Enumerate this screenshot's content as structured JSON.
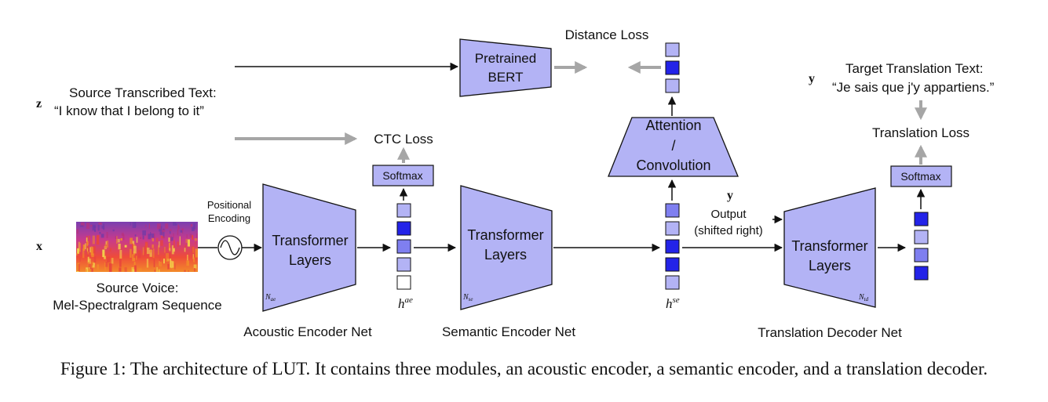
{
  "labels": {
    "z": "z",
    "x": "x",
    "y_top": "y",
    "y_mid": "y",
    "source_text_title": "Source Transcribed Text:",
    "source_text_quote": "“I know that I belong to it”",
    "target_text_title": "Target Translation Text:",
    "target_text_quote": "“Je sais que j'y appartiens.”",
    "positional_1": "Positional",
    "positional_2": "Encoding",
    "source_voice_1": "Source Voice:",
    "source_voice_2": "Mel-Spectralgram Sequence",
    "ctc_loss": "CTC Loss",
    "distance_loss": "Distance Loss",
    "translation_loss": "Translation Loss",
    "softmax_left": "Softmax",
    "softmax_right": "Softmax",
    "bert_1": "Pretrained",
    "bert_2": "BERT",
    "attn_1": "Attention",
    "attn_2": "/",
    "attn_3": "Convolution",
    "output_1": "Output",
    "output_2": "(shifted right)",
    "transformer_1": "Transformer",
    "transformer_2": "Layers",
    "n_ae": "N",
    "n_ae_sub": "ae",
    "n_se": "N",
    "n_se_sub": "se",
    "n_td": "N",
    "n_td_sub": "td",
    "h_ae": "h",
    "h_ae_sup": "ae",
    "h_se": "h",
    "h_se_sup": "se",
    "acoustic_net": "Acoustic Encoder Net",
    "semantic_net": "Semantic Encoder Net",
    "translation_net": "Translation Decoder Net"
  },
  "caption": "Figure 1: The architecture of LUT. It contains three modules, an acoustic encoder, a semantic encoder, and a translation decoder.",
  "colors": {
    "block_fill": "#b3b3f5",
    "cell_light": "#b3b3f5",
    "cell_mid": "#7f7ff0",
    "cell_dark": "#2323e8",
    "cell_white": "#ffffff",
    "grey_arrow": "#a6a6a6",
    "black_arrow": "#111111"
  }
}
